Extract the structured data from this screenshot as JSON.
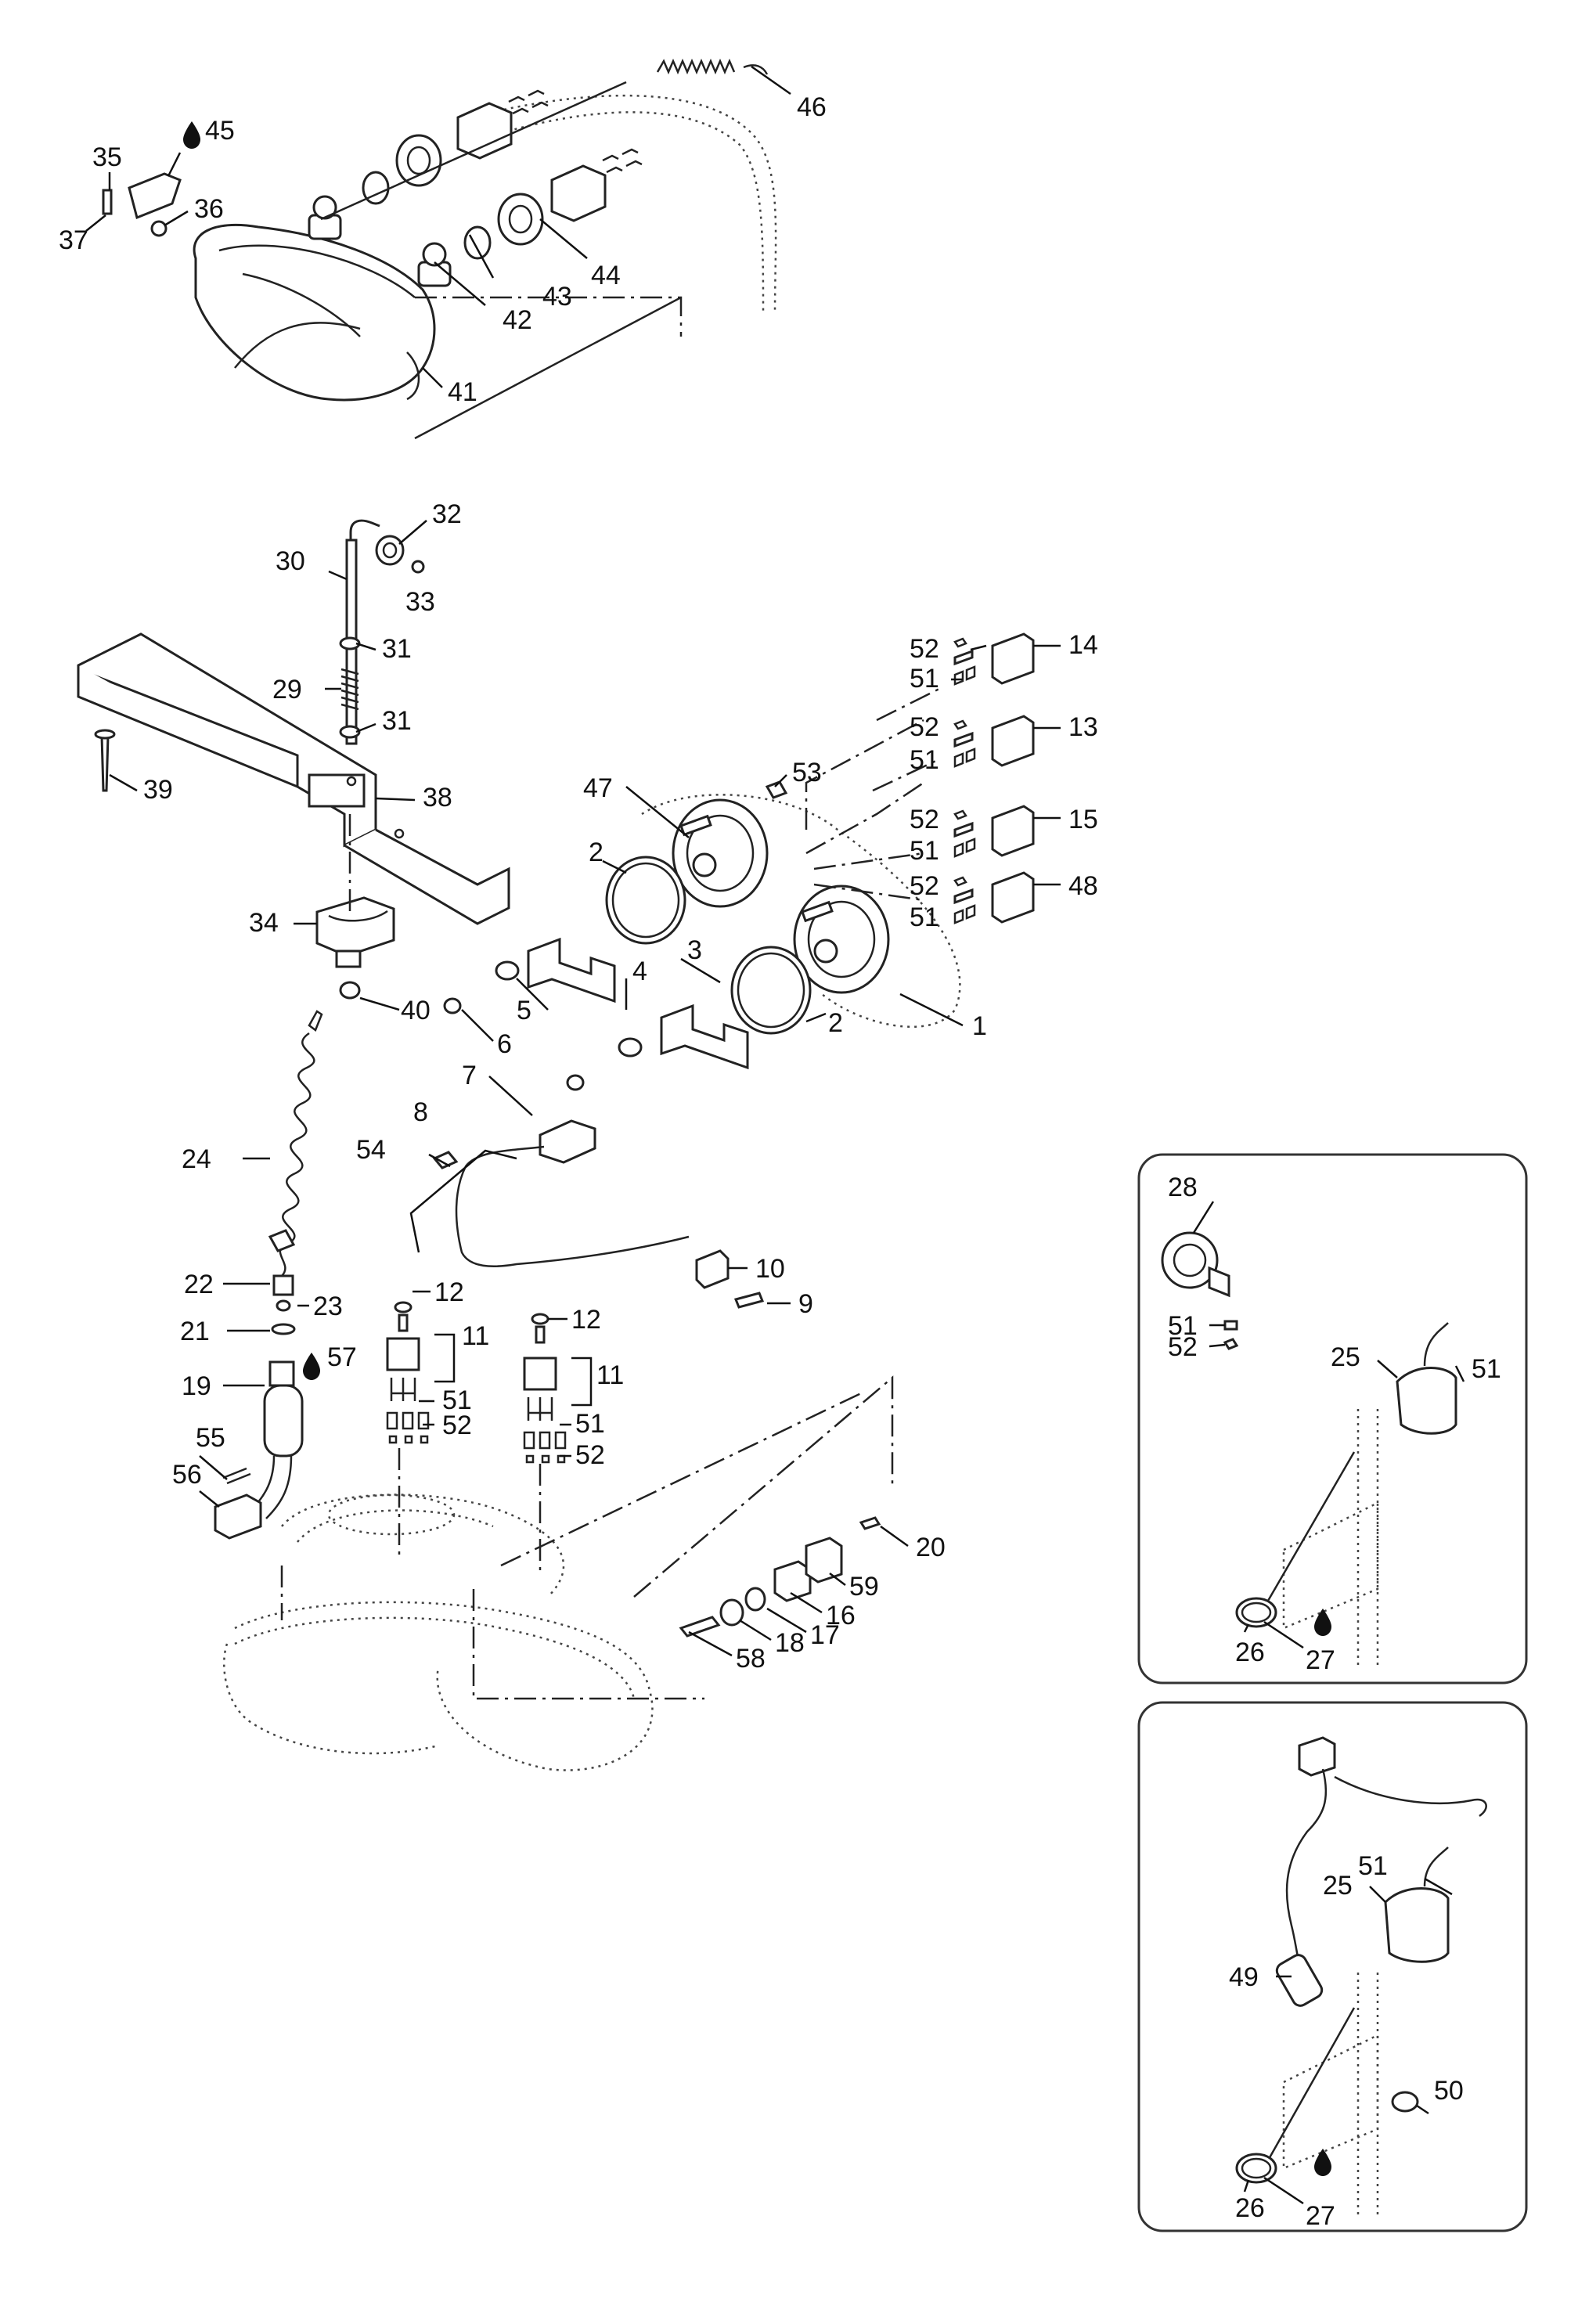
{
  "callouts": [
    {
      "id": "c46",
      "label": "46"
    },
    {
      "id": "c45",
      "label": "45"
    },
    {
      "id": "c35",
      "label": "35"
    },
    {
      "id": "c36",
      "label": "36"
    },
    {
      "id": "c37",
      "label": "37"
    },
    {
      "id": "c44",
      "label": "44"
    },
    {
      "id": "c43",
      "label": "43"
    },
    {
      "id": "c42",
      "label": "42"
    },
    {
      "id": "c41",
      "label": "41"
    },
    {
      "id": "c32",
      "label": "32"
    },
    {
      "id": "c30",
      "label": "30"
    },
    {
      "id": "c33",
      "label": "33"
    },
    {
      "id": "c31a",
      "label": "31"
    },
    {
      "id": "c29",
      "label": "29"
    },
    {
      "id": "c31b",
      "label": "31"
    },
    {
      "id": "c39",
      "label": "39"
    },
    {
      "id": "c38",
      "label": "38"
    },
    {
      "id": "c52a",
      "label": "52"
    },
    {
      "id": "c14",
      "label": "14"
    },
    {
      "id": "c51a",
      "label": "51"
    },
    {
      "id": "c52b",
      "label": "52"
    },
    {
      "id": "c13",
      "label": "13"
    },
    {
      "id": "c51b",
      "label": "51"
    },
    {
      "id": "c53",
      "label": "53"
    },
    {
      "id": "c47",
      "label": "47"
    },
    {
      "id": "c52c",
      "label": "52"
    },
    {
      "id": "c15",
      "label": "15"
    },
    {
      "id": "c51c",
      "label": "51"
    },
    {
      "id": "c2a",
      "label": "2"
    },
    {
      "id": "c52d",
      "label": "52"
    },
    {
      "id": "c48",
      "label": "48"
    },
    {
      "id": "c51d",
      "label": "51"
    },
    {
      "id": "c34",
      "label": "34"
    },
    {
      "id": "c3",
      "label": "3"
    },
    {
      "id": "c4",
      "label": "4"
    },
    {
      "id": "c1",
      "label": "1"
    },
    {
      "id": "c2b",
      "label": "2"
    },
    {
      "id": "c40",
      "label": "40"
    },
    {
      "id": "c5",
      "label": "5"
    },
    {
      "id": "c6",
      "label": "6"
    },
    {
      "id": "c7",
      "label": "7"
    },
    {
      "id": "c8",
      "label": "8"
    },
    {
      "id": "c54",
      "label": "54"
    },
    {
      "id": "c24",
      "label": "24"
    },
    {
      "id": "c28",
      "label": "28"
    },
    {
      "id": "c10",
      "label": "10"
    },
    {
      "id": "c9",
      "label": "9"
    },
    {
      "id": "c22",
      "label": "22"
    },
    {
      "id": "c12a",
      "label": "12"
    },
    {
      "id": "c23",
      "label": "23"
    },
    {
      "id": "c21",
      "label": "21"
    },
    {
      "id": "c11a",
      "label": "11"
    },
    {
      "id": "c12b",
      "label": "12"
    },
    {
      "id": "c57",
      "label": "57"
    },
    {
      "id": "c11b",
      "label": "11"
    },
    {
      "id": "c19",
      "label": "19"
    },
    {
      "id": "c51e",
      "label": "51"
    },
    {
      "id": "c52e",
      "label": "52"
    },
    {
      "id": "c51f",
      "label": "51"
    },
    {
      "id": "c52f",
      "label": "52"
    },
    {
      "id": "c55",
      "label": "55"
    },
    {
      "id": "c56",
      "label": "56"
    },
    {
      "id": "c20",
      "label": "20"
    },
    {
      "id": "c59",
      "label": "59"
    },
    {
      "id": "c16",
      "label": "16"
    },
    {
      "id": "c17",
      "label": "17"
    },
    {
      "id": "c18",
      "label": "18"
    },
    {
      "id": "c58",
      "label": "58"
    },
    {
      "id": "c51g",
      "label": "51"
    },
    {
      "id": "c52g",
      "label": "52"
    },
    {
      "id": "c25a",
      "label": "25"
    },
    {
      "id": "c51h",
      "label": "51"
    },
    {
      "id": "c26a",
      "label": "26"
    },
    {
      "id": "c27a",
      "label": "27"
    },
    {
      "id": "c51i",
      "label": "51"
    },
    {
      "id": "c25b",
      "label": "25"
    },
    {
      "id": "c49",
      "label": "49"
    },
    {
      "id": "c50",
      "label": "50"
    },
    {
      "id": "c26b",
      "label": "26"
    },
    {
      "id": "c27b",
      "label": "27"
    }
  ],
  "icons": [
    "oil-drop-icon"
  ]
}
